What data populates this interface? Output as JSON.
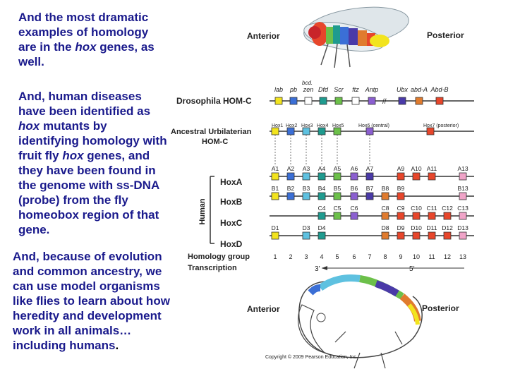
{
  "text": {
    "p1": {
      "a": "And the most dramatic examples of homology are in the ",
      "b": "hox",
      "c": " genes, as well."
    },
    "p2": {
      "a": "And, human diseases have been identified as ",
      "b": "hox",
      "c": " mutants by identifying homology with fruit fly ",
      "d": "hox",
      "e": " genes, and they have been found in the genome with ss-DNA (probe) from the fly homeobox region of that gene."
    },
    "p3": {
      "a": "And, because of evolution and common ancestry, we can use model organisms like flies to learn about how heredity and development work in all animals…including humans",
      "b": "."
    }
  },
  "diagram": {
    "fly": {
      "anterior": "Anterior",
      "posterior": "Posterior"
    },
    "drosophila_label": "Drosophila HOM-C",
    "fly_genes": [
      "lab",
      "pb",
      "zen",
      "Dfd",
      "Scr",
      "ftz",
      "Antp",
      "Ubx",
      "abd-A",
      "Abd-B"
    ],
    "bcd_label": "bcd.",
    "break_mark": "//",
    "ancestral_label_1": "Ancestral Urbilaterian",
    "ancestral_label_2": "HOM-C",
    "ancestral_genes": [
      "Hox1",
      "Hox2",
      "Hox3",
      "Hox4",
      "Hox5",
      "Hox6 (central)",
      "Hox7 (posterior)"
    ],
    "human_label": "Human",
    "clusters": [
      {
        "name": "HoxA",
        "genes": [
          "A1",
          "A2",
          "A3",
          "A4",
          "A5",
          "A6",
          "A7",
          "A9",
          "A10",
          "A11",
          "A13"
        ]
      },
      {
        "name": "HoxB",
        "genes": [
          "B1",
          "B2",
          "B3",
          "B4",
          "B5",
          "B6",
          "B7",
          "B8",
          "B9",
          "B13"
        ]
      },
      {
        "name": "HoxC",
        "genes": [
          "C4",
          "C5",
          "C6",
          "C8",
          "C9",
          "C10",
          "C11",
          "C12",
          "C13"
        ]
      },
      {
        "name": "HoxD",
        "genes": [
          "D1",
          "D3",
          "D4",
          "D8",
          "D9",
          "D10",
          "D11",
          "D12",
          "D13"
        ]
      }
    ],
    "homology_label": "Homology group",
    "groups": [
      "1",
      "2",
      "3",
      "4",
      "5",
      "6",
      "7",
      "8",
      "9",
      "10",
      "11",
      "12",
      "13"
    ],
    "transcription_label": "Transcription",
    "three_prime": "3’",
    "five_prime": "5’",
    "embryo": {
      "anterior": "Anterior",
      "posterior": "Posterior"
    },
    "copyright": "Copyright © 2009 Pearson Education, Inc."
  },
  "colors": {
    "text": "#1a1a8c",
    "g1": "#f2e41e",
    "g2": "#3b6fd6",
    "g3": "#5ec1e0",
    "g4": "#1f9b8f",
    "g5": "#6cc04a",
    "g6": "#8b5fd0",
    "g7": "#4a3aa8",
    "g8": "#e07b2e",
    "g9": "#e7462b",
    "g13": "#f0a4c8"
  }
}
